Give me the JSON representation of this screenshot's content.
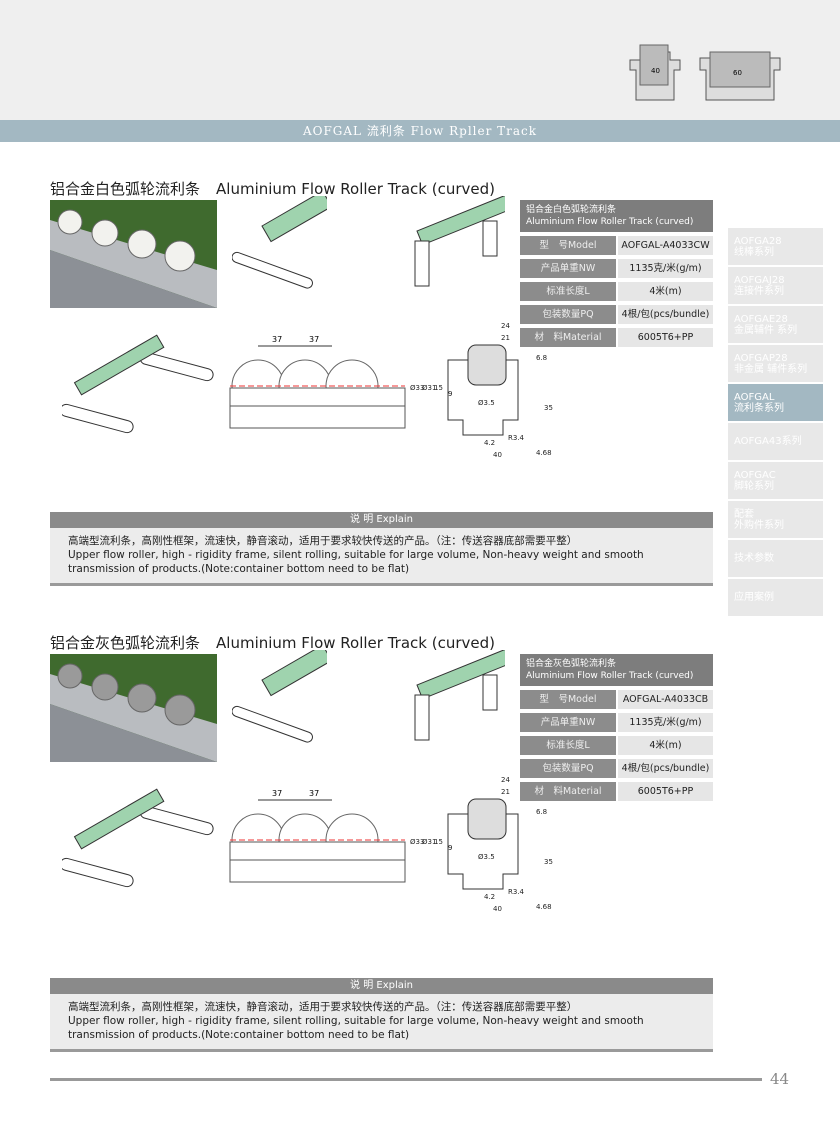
{
  "header": {
    "banner": "AOFGAL 流利条  Flow Rpller Track",
    "profile_labels": [
      "40",
      "60"
    ]
  },
  "sections": [
    {
      "title_cn": "铝合金白色弧轮流利条",
      "title_en": "Aluminium Flow Roller Track (curved)",
      "spec_head_cn": "铝合金白色弧轮流利条",
      "spec_head_en": "Aluminium Flow Roller Track (curved)",
      "specs": [
        {
          "k": "型　号Model",
          "v": "AOFGAL-A4033CW"
        },
        {
          "k": "产品单重NW",
          "v": "1135克/米(g/m)"
        },
        {
          "k": "标准长度L",
          "v": "4米(m)"
        },
        {
          "k": "包装数量PQ",
          "v": "4根/包(pcs/bundle)"
        },
        {
          "k": "材　料Material",
          "v": "6005T6+PP"
        }
      ],
      "roller_color": "#f2f2ee",
      "explain_head": "说 明  Explain",
      "explain_cn": "高端型流利条，高刚性框架，流速快，静音滚动，适用于要求较快传送的产品。（注：传送容器底部需要平整）",
      "explain_en": "Upper flow roller, high - rigidity frame, silent rolling, suitable for large volume, Non-heavy weight and smooth transmission of products.(Note:container bottom need to be flat)"
    },
    {
      "title_cn": "铝合金灰色弧轮流利条",
      "title_en": "Aluminium Flow Roller Track (curved)",
      "spec_head_cn": "铝合金灰色弧轮流利条",
      "spec_head_en": "Aluminium Flow Roller Track (curved)",
      "specs": [
        {
          "k": "型　号Model",
          "v": "AOFGAL-A4033CB"
        },
        {
          "k": "产品单重NW",
          "v": "1135克/米(g/m)"
        },
        {
          "k": "标准长度L",
          "v": "4米(m)"
        },
        {
          "k": "包装数量PQ",
          "v": "4根/包(pcs/bundle)"
        },
        {
          "k": "材　料Material",
          "v": "6005T6+PP"
        }
      ],
      "roller_color": "#9a9a9a",
      "explain_head": "说 明  Explain",
      "explain_cn": "高端型流利条，高刚性框架，流速快，静音滚动，适用于要求较快传送的产品。（注：传送容器底部需要平整）",
      "explain_en": "Upper flow roller, high - rigidity frame, silent rolling, suitable for large volume, Non-heavy weight and smooth transmission of products.(Note:container bottom need to be flat)"
    }
  ],
  "dims": {
    "pitch1": "37",
    "pitch2": "37",
    "w24": "24",
    "w21": "21",
    "h68": "6.8",
    "d33": "Ø33",
    "d31": "Ø31",
    "h15": "15",
    "h9": "9",
    "d35": "Ø3.5",
    "h35": "35",
    "w42": "4.2",
    "r34": "R3.4",
    "w40": "40",
    "h468": "4.68"
  },
  "sidebar": [
    {
      "l1": "AOFGA28",
      "l2": "线棒系列"
    },
    {
      "l1": "AOFGAJ28",
      "l2": "连接件系列"
    },
    {
      "l1": "AOFGAE28",
      "l2": "金属辅件 系列"
    },
    {
      "l1": "AOFGAP28",
      "l2": "非金属 辅件系列"
    },
    {
      "l1": "AOFGAL",
      "l2": "流利条系列",
      "active": true
    },
    {
      "l1": "AOFGA43系列",
      "l2": ""
    },
    {
      "l1": "AOFGAC",
      "l2": "脚轮系列"
    },
    {
      "l1": "配套",
      "l2": "外购件系列"
    },
    {
      "l1": "技术参数",
      "l2": ""
    },
    {
      "l1": "应用案例",
      "l2": ""
    }
  ],
  "footer": {
    "page": "44"
  }
}
